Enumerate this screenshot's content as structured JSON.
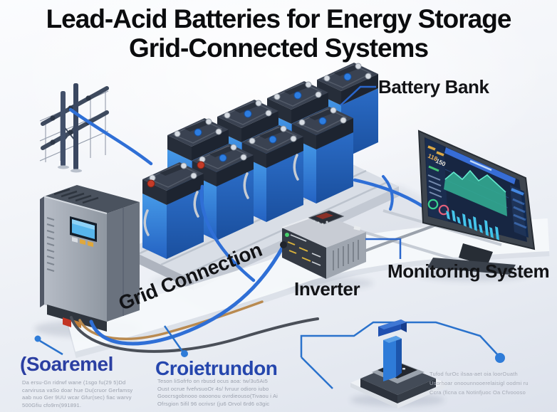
{
  "title": {
    "line1": "Lead-Acid Batteries for Energy Storage",
    "line2": "Grid-Connected Systems"
  },
  "callouts": {
    "battery_bank": "Battery Bank",
    "grid_connection": "Grid Connection",
    "inverter": "Inverter",
    "monitoring_system": "Monitoring System"
  },
  "monitor_screen": {
    "readout1": "118",
    "readout2": "150"
  },
  "footer": {
    "col1": {
      "heading": "(Soaremel",
      "lines": [
        "Da ersu-Gn ridrwf wane (1sgo fu(29 5)Dd",
        "carvirusa vaSo doar hue Du(cruor Gerfamsy",
        "aab nuo Ger 9UU wcar Gfur(sec) fiac warvy",
        "500Gfiu cfo9rn(991891."
      ]
    },
    "col2": {
      "heading": "Croietrundon",
      "lines": [
        "Teson liSofrfo on rbusd ocus aoa: tw/3u5Ai5",
        "Oust ocrue fvefvsuoOr 4s/ fvruur odioro iubo",
        "Goocrsgobnooo oaoonou ovrdieouso(Tivaou i Ai",
        "Ofrsgion 5ifil 96 ocrivsr (ju6 Orvol 6rd6 o3gic"
      ]
    },
    "col3": {
      "lines": [
        "Tufod furOc ilsaa-aet oia loorOuath",
        "Usorhoar onoounnooerelaisigl oodmi ru",
        "Ccra (ficna ca Notinfjuoc Oa Cfvoooso"
      ]
    }
  },
  "colors": {
    "accent_blue": "#2f6fd6",
    "battery_blue": "#2b7ad6",
    "heading_blue": "#2a3f9f",
    "screen_navy": "#0b1b38",
    "leader_blue": "#2a66cc"
  }
}
